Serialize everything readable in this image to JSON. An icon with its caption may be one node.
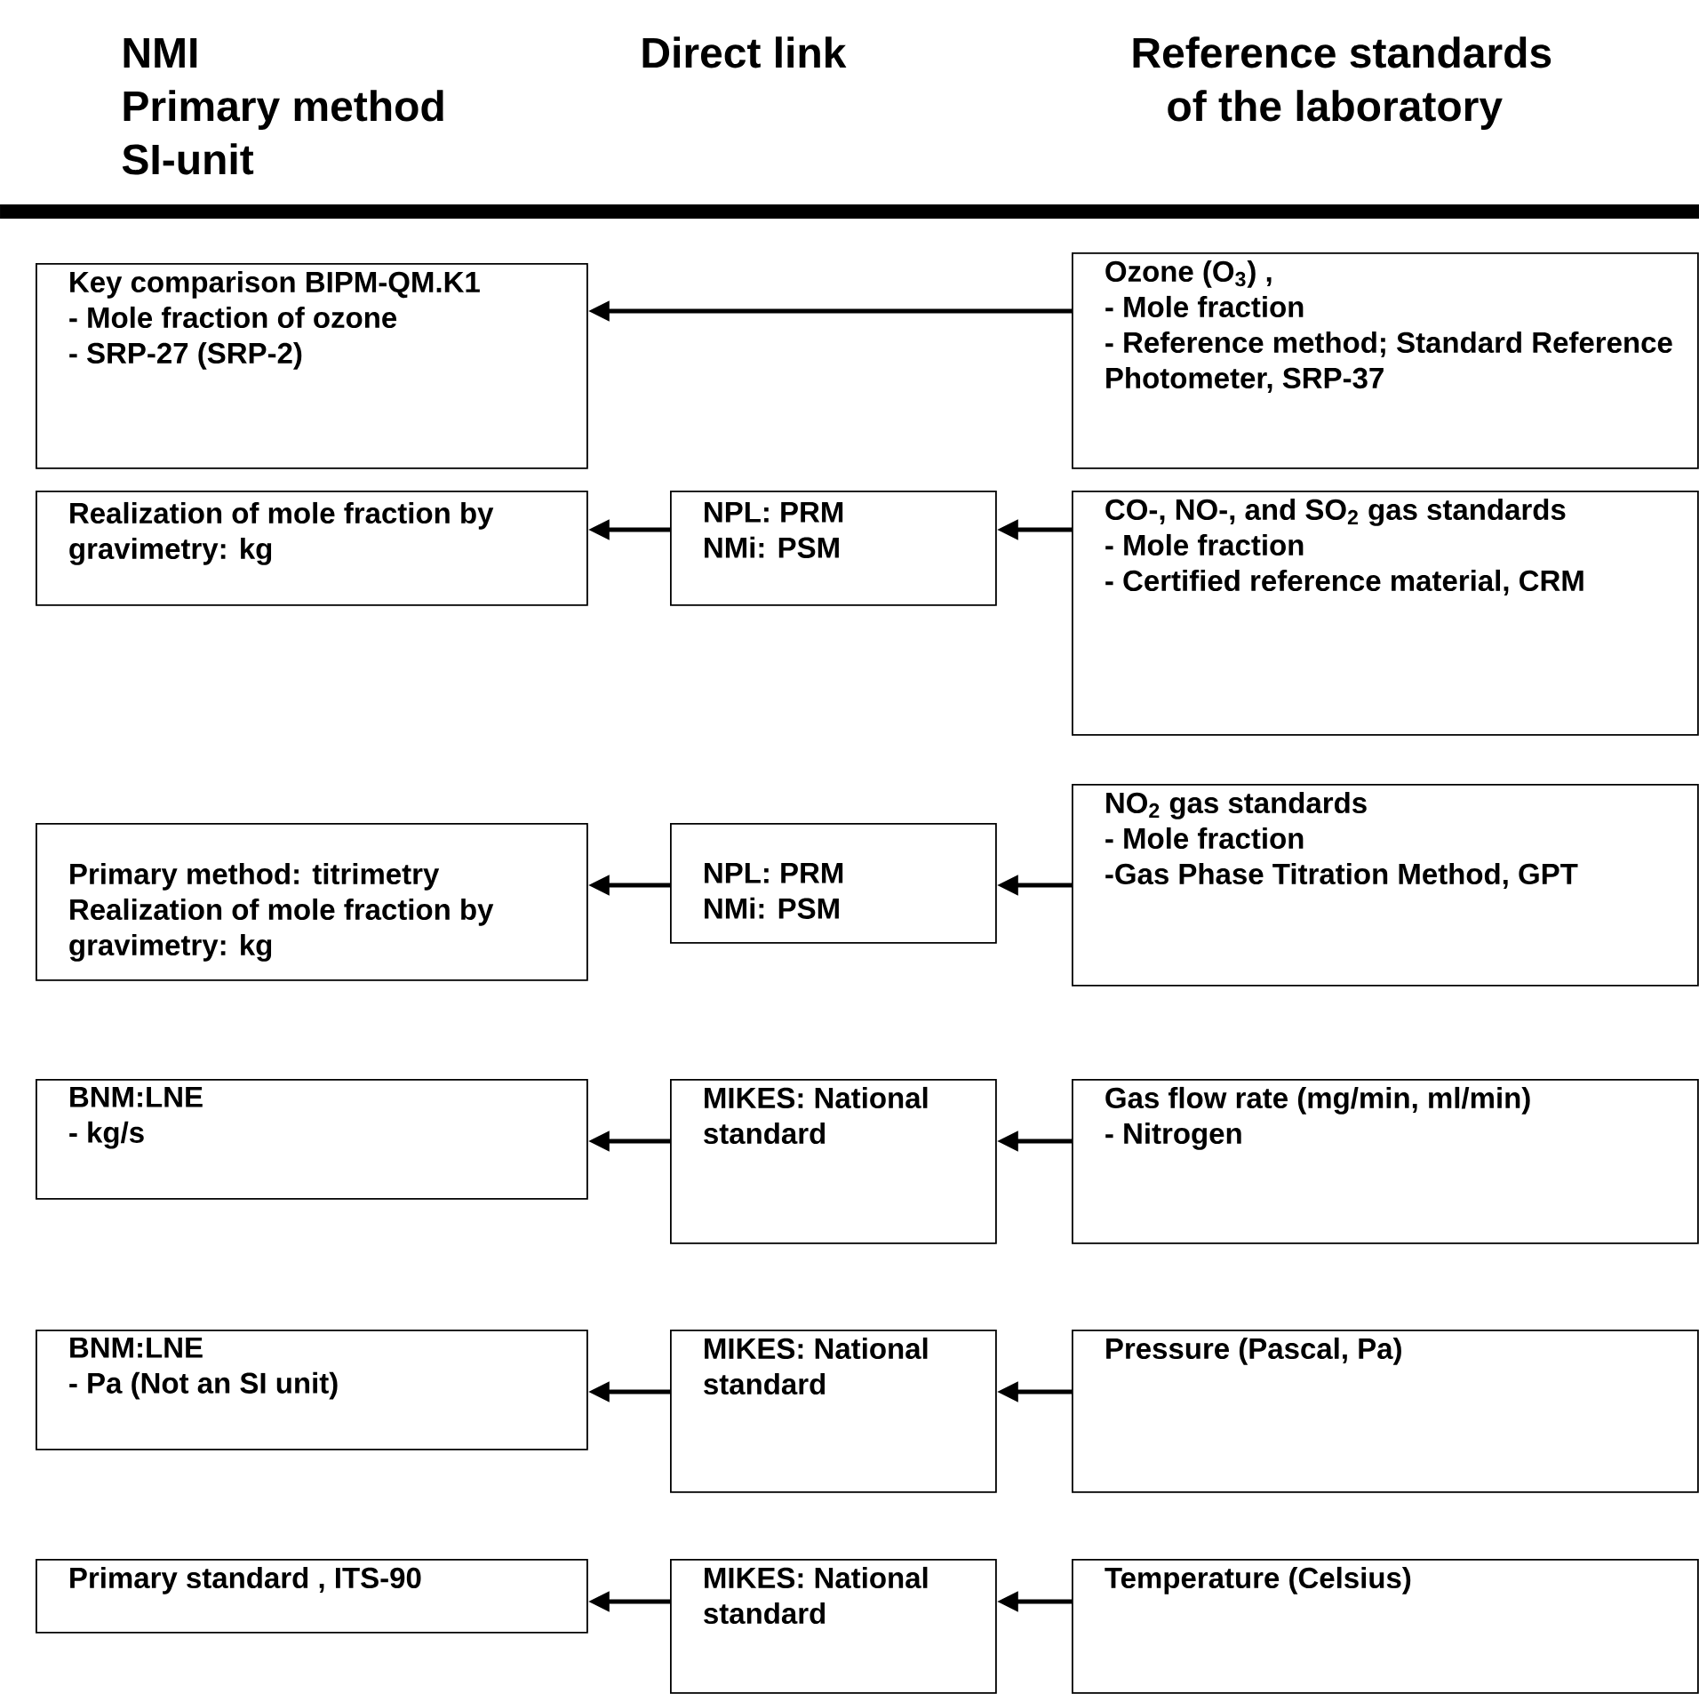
{
  "diagram": {
    "nodes": [
      {
        "text": [
          "Key comparison BIPM-QM.K1",
          "- Mole fraction of ozone",
          "- SRP-27 (SRP-2)"
        ]
      },
      {
        "text": [
          "Ozone (O$_{3}$) ,",
          "- Mole fraction",
          "- Reference method; Standard Reference Photometer, SRP-37"
        ]
      },
      {
        "text": [
          "Realization of mole fraction by gravimetry: kg"
        ]
      },
      {
        "text": [
          "NPL: PRM",
          "NMi:  PSM"
        ]
      },
      {
        "text": [
          "CO-, NO-, and SO$_{2}$ gas standards",
          "- Mole fraction",
          "- Certified reference material, CRM"
        ]
      },
      {
        "text": [
          "Primary method: titrimetry",
          "Realization of mole fraction by gravimetry: kg"
        ]
      },
      {
        "text": [
          "NPL: PRM",
          "NMi:  PSM"
        ]
      },
      {
        "text": [
          "NO$_{2}$ gas standards",
          "- Mole fraction",
          "-Gas Phase Titration Method, GPT"
        ]
      },
      {
        "text": [
          "BNM:LNE",
          "- kg/s"
        ]
      },
      {
        "text": [
          "MIKES: National standard"
        ]
      },
      {
        "text": [
          "Gas flow rate (mg/min, ml/min)",
          "- Nitrogen"
        ]
      },
      {
        "text": [
          "BNM:LNE",
          "- Pa  (Not an SI unit)"
        ]
      },
      {
        "text": [
          "MIKES: National standard"
        ]
      },
      {
        "text": [
          "Pressure (Pascal, Pa)"
        ]
      },
      {
        "text": [
          "Primary standard , ITS-90"
        ]
      },
      {
        "text": [
          "MIKES: National standard"
        ]
      },
      {
        "text": [
          "Temperature (Celsius)"
        ]
      }
    ],
    "edges": [
      {
        "from": 1,
        "to": 0,
        "arrow": "to"
      },
      {
        "from": 3,
        "to": 2,
        "arrow": "to"
      },
      {
        "from": 4,
        "to": 3,
        "arrow": "to"
      },
      {
        "from": 6,
        "to": 5,
        "arrow": "to"
      },
      {
        "from": 7,
        "to": 6,
        "arrow": "to"
      },
      {
        "from": 9,
        "to": 8,
        "arrow": "to"
      },
      {
        "from": 10,
        "to": 9,
        "arrow": "to"
      },
      {
        "from": 12,
        "to": 11,
        "arrow": "to"
      },
      {
        "from": 13,
        "to": 12,
        "arrow": "to"
      },
      {
        "from": 15,
        "to": 14,
        "arrow": "to"
      },
      {
        "from": 16,
        "to": 15,
        "arrow": "to"
      }
    ],
    "labels": [
      "NMI",
      "Direct link",
      "Reference standards",
      "Primary method",
      "of the laboratory",
      "SI-unit"
    ]
  }
}
